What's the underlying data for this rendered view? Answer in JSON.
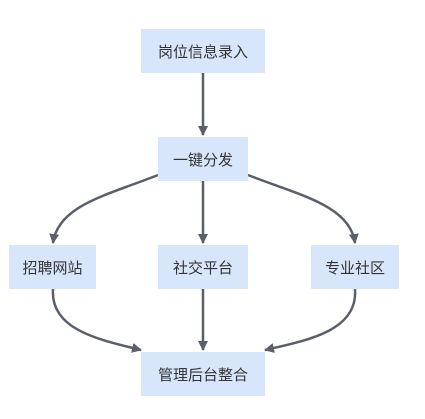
{
  "nodes": {
    "top": "岗位信息录入",
    "mid": "一键分发",
    "left": "招聘网站",
    "center": "社交平台",
    "right": "专业社区",
    "bottom": "管理后台整合"
  },
  "edges": [
    {
      "from": "top",
      "to": "mid"
    },
    {
      "from": "mid",
      "to": "left"
    },
    {
      "from": "mid",
      "to": "center"
    },
    {
      "from": "mid",
      "to": "right"
    },
    {
      "from": "left",
      "to": "bottom"
    },
    {
      "from": "center",
      "to": "bottom"
    },
    {
      "from": "right",
      "to": "bottom"
    }
  ],
  "colors": {
    "node_fill": "#d8e6fb",
    "edge": "#5a5f69",
    "text": "#333333"
  }
}
